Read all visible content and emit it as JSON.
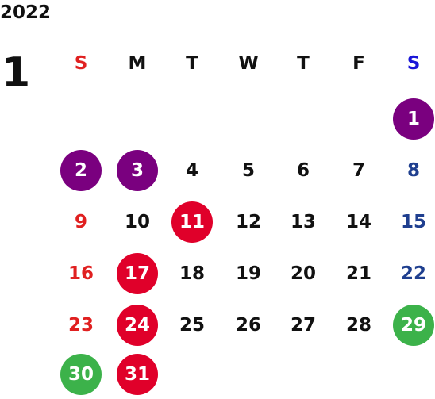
{
  "year": "2022",
  "month": "1",
  "colors": {
    "sunday": "#e02020",
    "saturday": "#1f3f8f",
    "saturday_header": "#1a16d8",
    "weekday": "#111111",
    "holiday_red": "#e0002a",
    "holiday_purple": "#7a007f",
    "holiday_green": "#3cb24a"
  },
  "weekdays": [
    {
      "label": "S",
      "color": "#e02020"
    },
    {
      "label": "M",
      "color": "#111111"
    },
    {
      "label": "T",
      "color": "#111111"
    },
    {
      "label": "W",
      "color": "#111111"
    },
    {
      "label": "T",
      "color": "#111111"
    },
    {
      "label": "F",
      "color": "#111111"
    },
    {
      "label": "S",
      "color": "#1a16d8"
    }
  ],
  "first_weekday_index": 6,
  "days": [
    {
      "label": "1",
      "circle": "#7a007f"
    },
    {
      "label": "2",
      "circle": "#7a007f"
    },
    {
      "label": "3",
      "circle": "#7a007f"
    },
    {
      "label": "4"
    },
    {
      "label": "5"
    },
    {
      "label": "6"
    },
    {
      "label": "7"
    },
    {
      "label": "8"
    },
    {
      "label": "9"
    },
    {
      "label": "10"
    },
    {
      "label": "11",
      "circle": "#e0002a"
    },
    {
      "label": "12"
    },
    {
      "label": "13"
    },
    {
      "label": "14"
    },
    {
      "label": "15"
    },
    {
      "label": "16"
    },
    {
      "label": "17",
      "circle": "#e0002a"
    },
    {
      "label": "18"
    },
    {
      "label": "19"
    },
    {
      "label": "20"
    },
    {
      "label": "21"
    },
    {
      "label": "22"
    },
    {
      "label": "23"
    },
    {
      "label": "24",
      "circle": "#e0002a"
    },
    {
      "label": "25"
    },
    {
      "label": "26"
    },
    {
      "label": "27"
    },
    {
      "label": "28"
    },
    {
      "label": "29",
      "circle": "#3cb24a"
    },
    {
      "label": "30",
      "circle": "#3cb24a"
    },
    {
      "label": "31",
      "circle": "#e0002a"
    }
  ]
}
